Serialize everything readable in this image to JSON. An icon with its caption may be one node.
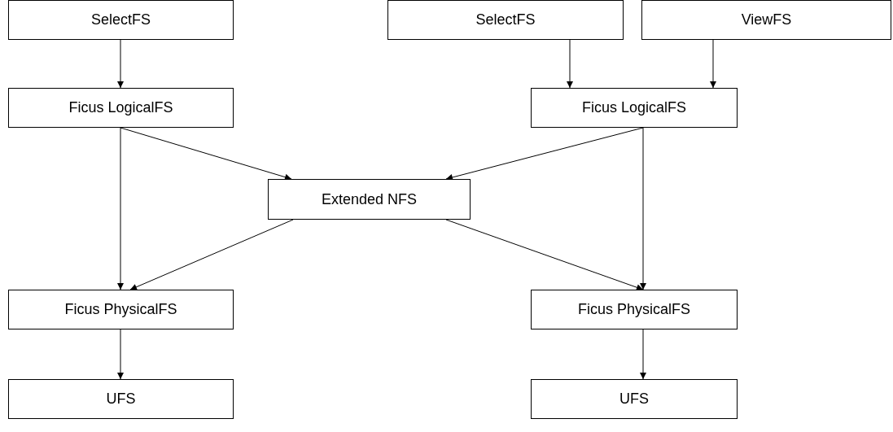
{
  "diagram": {
    "nodes": [
      {
        "text": [
          "SelectFS"
        ]
      },
      {
        "text": [
          "SelectFS"
        ]
      },
      {
        "text": [
          "ViewFS"
        ]
      },
      {
        "text": [
          "Ficus LogicalFS"
        ]
      },
      {
        "text": [
          "Ficus LogicalFS"
        ]
      },
      {
        "text": [
          "Extended NFS"
        ]
      },
      {
        "text": [
          "Ficus PhysicalFS"
        ]
      },
      {
        "text": [
          "Ficus PhysicalFS"
        ]
      },
      {
        "text": [
          "UFS"
        ]
      },
      {
        "text": [
          "UFS"
        ]
      }
    ],
    "edges": [
      {
        "from": 0,
        "to": 3,
        "arrow": "to"
      },
      {
        "from": 1,
        "to": 4,
        "arrow": "to"
      },
      {
        "from": 2,
        "to": 4,
        "arrow": "to"
      },
      {
        "from": 3,
        "to": 5,
        "arrow": "to"
      },
      {
        "from": 4,
        "to": 5,
        "arrow": "to"
      },
      {
        "from": 3,
        "to": 6,
        "arrow": "to"
      },
      {
        "from": 4,
        "to": 7,
        "arrow": "to"
      },
      {
        "from": 5,
        "to": 6,
        "arrow": "to"
      },
      {
        "from": 5,
        "to": 7,
        "arrow": "to"
      },
      {
        "from": 6,
        "to": 8,
        "arrow": "to"
      },
      {
        "from": 7,
        "to": 9,
        "arrow": "to"
      }
    ]
  }
}
